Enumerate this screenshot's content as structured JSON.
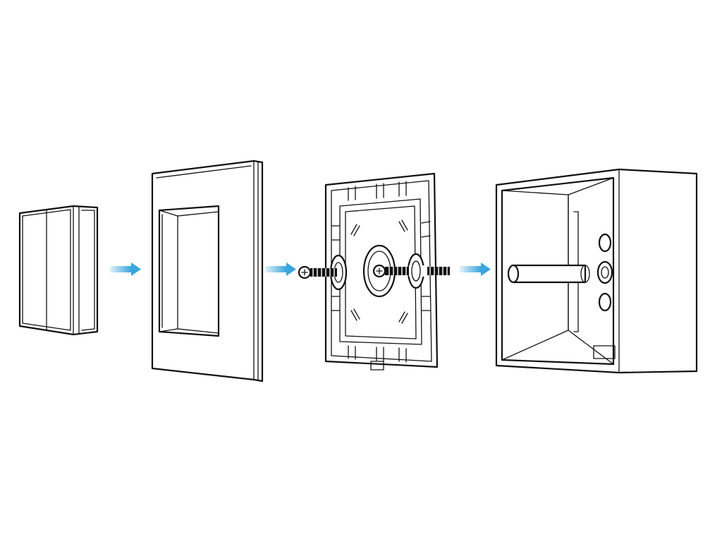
{
  "diagram": {
    "components": [
      {
        "id": "switch-button-module",
        "icon": "rocker-switch-icon"
      },
      {
        "id": "cover-frame",
        "icon": "frame-plate-icon"
      },
      {
        "id": "mounting-bracket",
        "icon": "bracket-icon"
      },
      {
        "id": "wall-back-box",
        "icon": "back-box-icon"
      }
    ],
    "arrows": [
      {
        "from": "switch-button-module",
        "to": "cover-frame"
      },
      {
        "from": "cover-frame",
        "to": "mounting-bracket"
      },
      {
        "from": "mounting-bracket",
        "to": "wall-back-box"
      }
    ],
    "colors": {
      "line": "#111111",
      "arrow": "#3aa6dd",
      "background": "#ffffff"
    }
  }
}
